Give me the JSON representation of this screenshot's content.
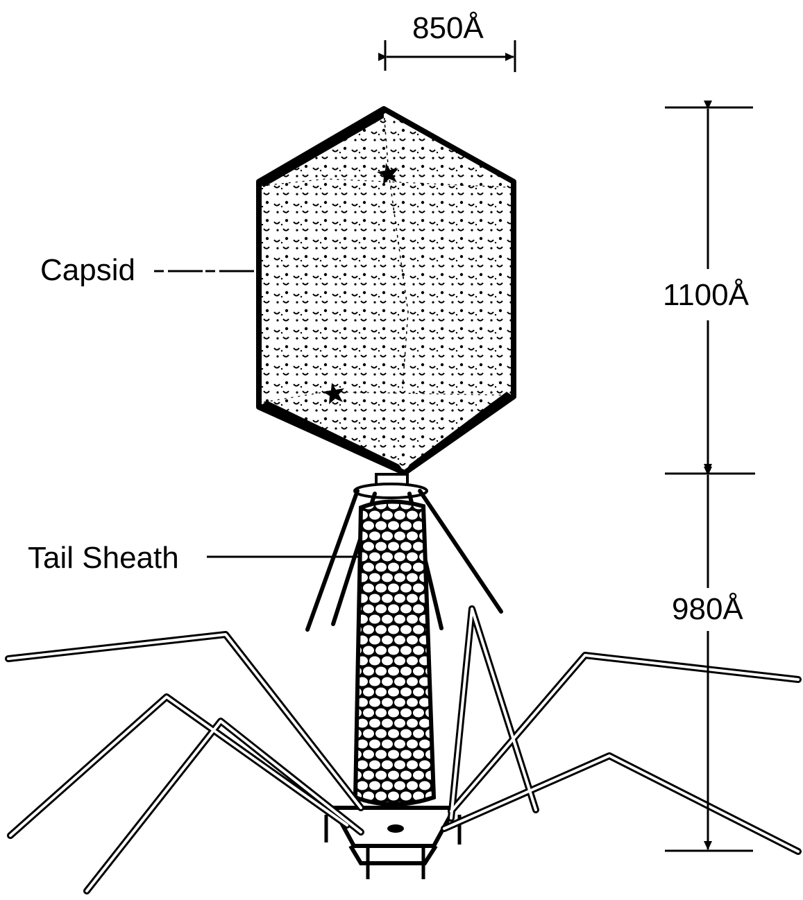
{
  "labels": {
    "capsid": "Capsid",
    "tail_sheath": "Tail Sheath"
  },
  "dimensions": {
    "head_width": "850Å",
    "head_length": "1100Å",
    "tail_length": "980Å"
  },
  "colors": {
    "ink": "#000000",
    "paper": "#ffffff"
  }
}
